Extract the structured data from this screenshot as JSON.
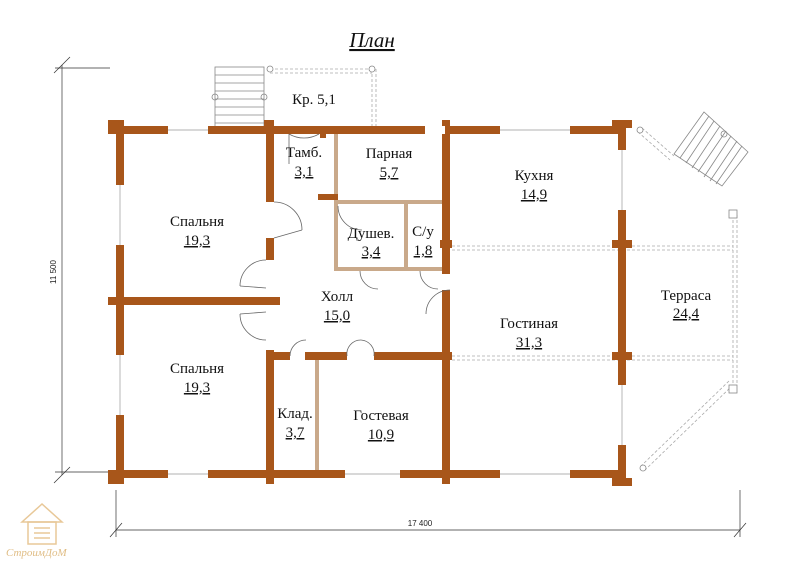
{
  "title": "План",
  "rooms": {
    "kryltso": {
      "label": "Кр. 5,1"
    },
    "tambur": {
      "name": "Тамб.",
      "area": "3,1"
    },
    "parnaya": {
      "name": "Парная",
      "area": "5,7"
    },
    "kukhnya": {
      "name": "Кухня",
      "area": "14,9"
    },
    "spalnya1": {
      "name": "Спальня",
      "area": "19,3"
    },
    "dush": {
      "name": "Душев.",
      "area": "3,4"
    },
    "su": {
      "name": "С/у",
      "area": "1,8"
    },
    "kholl": {
      "name": "Холл",
      "area": "15,0"
    },
    "gostinaya": {
      "name": "Гостиная",
      "area": "31,3"
    },
    "terrasa": {
      "name": "Терраса",
      "area": "24,4"
    },
    "spalnya2": {
      "name": "Спальня",
      "area": "19,3"
    },
    "klad": {
      "name": "Клад.",
      "area": "3,7"
    },
    "gostevaya": {
      "name": "Гостевая",
      "area": "10,9"
    }
  },
  "dimensions": {
    "width": "17 400",
    "height": "11 500"
  },
  "logo": {
    "text": "СтроимДоМ"
  },
  "colors": {
    "wall": "#a8561a",
    "partition": "#b48a6a",
    "thin": "#999999"
  }
}
